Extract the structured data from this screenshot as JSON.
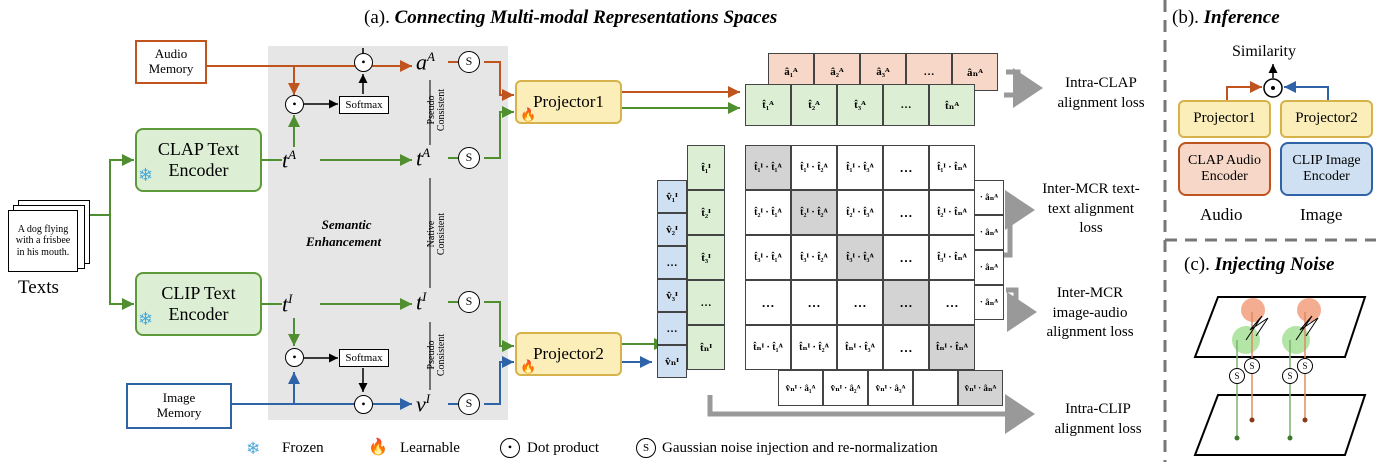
{
  "sections": {
    "a_title_prefix": "(a). ",
    "a_title": "Connecting Multi-modal Representations Spaces",
    "b_title_prefix": "(b). ",
    "b_title": "Inference",
    "c_title_prefix": "(c). ",
    "c_title": "Injecting Noise"
  },
  "inputs": {
    "audio_memory": "Audio Memory",
    "image_memory": "Image Memory",
    "texts_caption": "A dog flying with a frisbee in his mouth.",
    "texts_label": "Texts"
  },
  "encoders": {
    "clap_text": "CLAP Text Encoder",
    "clip_text": "CLIP Text Encoder"
  },
  "projectors": {
    "p1": "Projector1",
    "p2": "Projector2"
  },
  "semantic": {
    "label_line1": "Semantic",
    "label_line2": "Enhancement",
    "softmax": "Softmax",
    "pseudo_consistent": "Pseudo Consistent",
    "native_consistent": "Native Consistent"
  },
  "symbols": {
    "aA": "a",
    "aA_sup": "A",
    "tA": "t",
    "tA_sup": "A",
    "tI": "t",
    "tI_sup": "I",
    "vI": "v",
    "vI_sup": "I",
    "dot": "⊙",
    "noise": "S"
  },
  "matrix": {
    "audio_row": [
      "â₁ᴬ",
      "â₂ᴬ",
      "â₃ᴬ",
      "…",
      "âₙᴬ"
    ],
    "clap_row": [
      "t̂₁ᴬ",
      "t̂₂ᴬ",
      "t̂₃ᴬ",
      "…",
      "t̂ₙᴬ"
    ],
    "clip_col": [
      "t̂₁ᴵ",
      "t̂₂ᴵ",
      "t̂₃ᴵ",
      "…",
      "t̂ₙᴵ"
    ],
    "image_col": [
      "v̂₁ᴵ",
      "v̂₂ᴵ",
      "…",
      "v̂₃ᴵ",
      "…",
      "v̂ₙᴵ"
    ],
    "rows": [
      [
        "t̂₁ᴵ · t̂₁ᴬ",
        "t̂₁ᴵ · t̂₂ᴬ",
        "t̂₁ᴵ · t̂₃ᴬ",
        "…",
        "t̂₁ᴵ · t̂ₙᴬ"
      ],
      [
        "t̂₂ᴵ · t̂₁ᴬ",
        "t̂₂ᴵ · t̂₂ᴬ",
        "t̂₂ᴵ · t̂₃ᴬ",
        "…",
        "t̂₂ᴵ · t̂ₙᴬ"
      ],
      [
        "t̂₃ᴵ · t̂₁ᴬ",
        "t̂₃ᴵ · t̂₂ᴬ",
        "t̂₃ᴵ · t̂₃ᴬ",
        "…",
        "t̂₃ᴵ · t̂ₙᴬ"
      ],
      [
        "…",
        "…",
        "…",
        "…",
        "…"
      ],
      [
        "t̂ₙᴵ · t̂₁ᴬ",
        "t̂ₙᴵ · t̂₂ᴬ",
        "t̂ₙᴵ · t̂₃ᴬ",
        "…",
        "t̂ₙᴵ · t̂ₙᴬ"
      ]
    ],
    "bottom_row": [
      "v̂ₙᴵ · â₁ᴬ",
      "v̂ₙᴵ · â₂ᴬ",
      "v̂ₙᴵ · â₃ᴬ",
      "",
      "v̂ₙᴵ · âₙᴬ"
    ],
    "right_col": [
      "· âₙᴬ",
      "· âₙᴬ",
      "· âₙᴬ",
      "· âₙᴬ"
    ]
  },
  "losses": {
    "intra_clap": "Intra-CLAP alignment loss",
    "inter_tt": "Inter-MCR text-text alignment loss",
    "inter_ia": "Inter-MCR image-audio alignment loss",
    "intra_clip": "Intra-CLIP alignment loss"
  },
  "inference": {
    "similarity": "Similarity",
    "projector1": "Projector1",
    "projector2": "Projector2",
    "clap_audio": "CLAP Audio Encoder",
    "clip_image": "CLIP Image Encoder",
    "audio": "Audio",
    "image": "Image"
  },
  "legend": {
    "frozen": "Frozen",
    "learnable": "Learnable",
    "dot_product": "Dot product",
    "noise": "Gaussian noise injection and re-normalization"
  },
  "colors": {
    "orange": "#c0541e",
    "green": "#4f8f2f",
    "blue": "#2e63a8",
    "encoder_fill": "#dcefd4",
    "projector_fill": "#fbeeb8",
    "audio_fill": "#f7d8c8",
    "clap_fill": "#dcefd4",
    "image_fill": "#cfe0f2",
    "diag_fill": "#d3d3d3"
  }
}
